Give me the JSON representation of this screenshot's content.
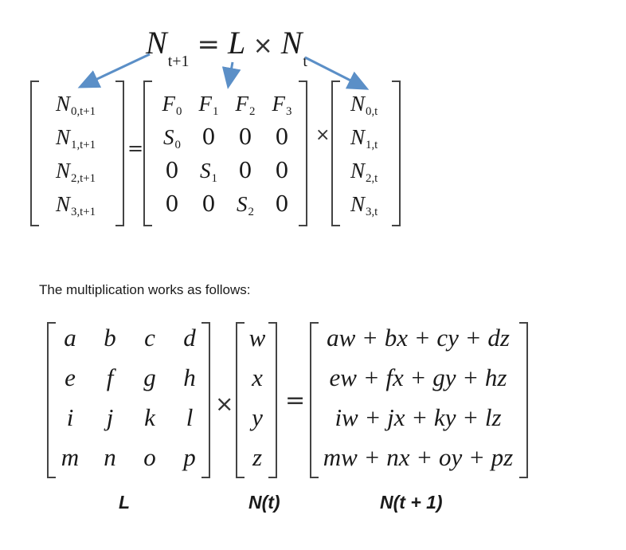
{
  "equation": {
    "lhs": "N",
    "lhs_sub": "t+1",
    "eq": "=",
    "rhs_l": "L",
    "times": "×",
    "rhs_n": "N",
    "rhs_sub": "t"
  },
  "matrix_top": {
    "n_next": [
      {
        "base": "N",
        "sub": "0,t+1"
      },
      {
        "base": "N",
        "sub": "1,t+1"
      },
      {
        "base": "N",
        "sub": "2,t+1"
      },
      {
        "base": "N",
        "sub": "3,t+1"
      }
    ],
    "eq": "=",
    "leslie": [
      [
        {
          "b": "F",
          "s": "0"
        },
        {
          "b": "F",
          "s": "1"
        },
        {
          "b": "F",
          "s": "2"
        },
        {
          "b": "F",
          "s": "3"
        }
      ],
      [
        {
          "b": "S",
          "s": "0"
        },
        {
          "b": "0",
          "s": ""
        },
        {
          "b": "0",
          "s": ""
        },
        {
          "b": "0",
          "s": ""
        }
      ],
      [
        {
          "b": "0",
          "s": ""
        },
        {
          "b": "S",
          "s": "1"
        },
        {
          "b": "0",
          "s": ""
        },
        {
          "b": "0",
          "s": ""
        }
      ],
      [
        {
          "b": "0",
          "s": ""
        },
        {
          "b": "0",
          "s": ""
        },
        {
          "b": "S",
          "s": "2"
        },
        {
          "b": "0",
          "s": ""
        }
      ]
    ],
    "times": "×",
    "n_now": [
      {
        "base": "N",
        "sub": "0,t"
      },
      {
        "base": "N",
        "sub": "1,t"
      },
      {
        "base": "N",
        "sub": "2,t"
      },
      {
        "base": "N",
        "sub": "3,t"
      }
    ]
  },
  "caption": "The multiplication works as follows:",
  "matrix_bottom": {
    "L": [
      [
        "a",
        "b",
        "c",
        "d"
      ],
      [
        "e",
        "f",
        "g",
        "h"
      ],
      [
        "i",
        "j",
        "k",
        "l"
      ],
      [
        "m",
        "n",
        "o",
        "p"
      ]
    ],
    "times": "×",
    "v": [
      "w",
      "x",
      "y",
      "z"
    ],
    "eq": "=",
    "result": [
      "aw + bx + cy + dz",
      "ew + fx + gy + hz",
      "iw + jx + ky + lz",
      "mw + nx + oy + pz"
    ]
  },
  "labels": {
    "L": "L",
    "Nt": "N(t)",
    "Nt1": "N(t + 1)"
  },
  "colors": {
    "arrow": "#5b8fc7",
    "ink": "#1a1a1a",
    "bracket": "#444444"
  }
}
